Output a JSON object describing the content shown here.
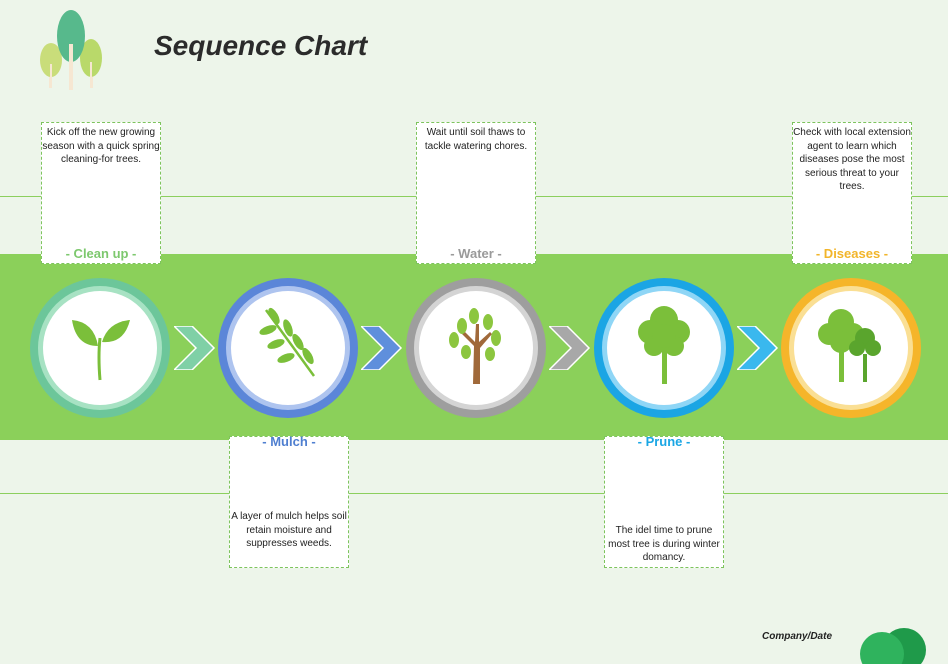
{
  "title": "Sequence Chart",
  "footer": "Company/Date",
  "steps": [
    {
      "label": "- Clean up -",
      "text": "Kick off the new growing season with a quick spring cleaning-for trees.",
      "color": "#7dc86e",
      "icon": "leaf-sprout-icon"
    },
    {
      "label": "- Mulch -",
      "text": "A layer of mulch helps soil retain moisture and suppresses weeds.",
      "color": "#4f7fd0",
      "icon": "branch-leaves-icon"
    },
    {
      "label": "- Water -",
      "text": "Wait until soil thaws to tackle watering chores.",
      "color": "#9a9a9a",
      "icon": "tree-icon"
    },
    {
      "label": "- Prune -",
      "text": "The idel time to prune most tree is during winter domancy.",
      "color": "#1aa6e4",
      "icon": "round-tree-icon"
    },
    {
      "label": "- Diseases -",
      "text": "Check with local extension agent to learn which diseases pose the most serious threat to your trees.",
      "color": "#f2b52a",
      "icon": "two-trees-icon"
    }
  ]
}
